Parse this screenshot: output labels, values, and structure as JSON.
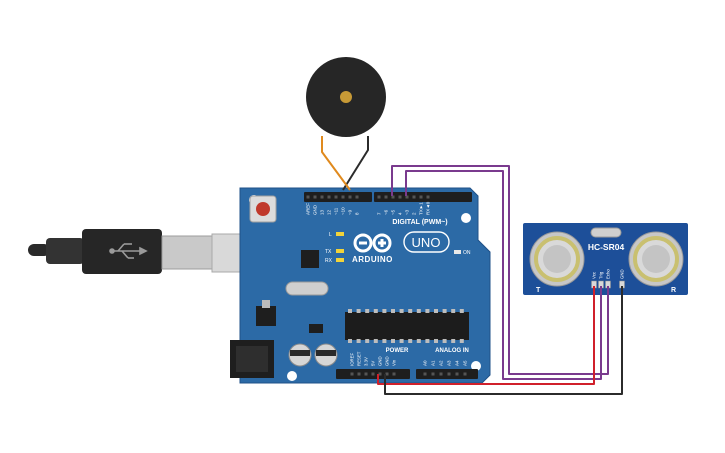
{
  "arduino": {
    "brand": "ARDUINO",
    "model": "UNO",
    "digital_label": "DIGITAL (PWM~)",
    "power_label": "POWER",
    "analog_label": "ANALOG IN",
    "on_label": "ON",
    "tx_label": "TX",
    "rx_label": "RX",
    "l_label": "L",
    "digital_pins": [
      "AREF",
      "GND",
      "13",
      "12",
      "~11",
      "~10",
      "~9",
      "8",
      "7",
      "~6",
      "~5",
      "4",
      "~3",
      "2",
      "TX►1",
      "RX◄0"
    ],
    "power_pins": [
      "IOREF",
      "RESET",
      "3.3V",
      "5V",
      "GND",
      "GND",
      "Vin"
    ],
    "analog_pins": [
      "A0",
      "A1",
      "A2",
      "A3",
      "A4",
      "A5"
    ]
  },
  "sensor": {
    "model": "HC-SR04",
    "pins": [
      "Vcc",
      "Trig",
      "Echo",
      "GND"
    ],
    "left_mark": "T",
    "right_mark": "R"
  },
  "colors": {
    "board": "#2c6aa6",
    "board_edge": "#1f5188",
    "wire_purple": "#7a3a8e",
    "wire_red": "#d0202b",
    "wire_black": "#2b2b2b",
    "wire_orange": "#e08a1e",
    "sensor_pcb": "#1d4f99",
    "buzzer": "#262626"
  }
}
